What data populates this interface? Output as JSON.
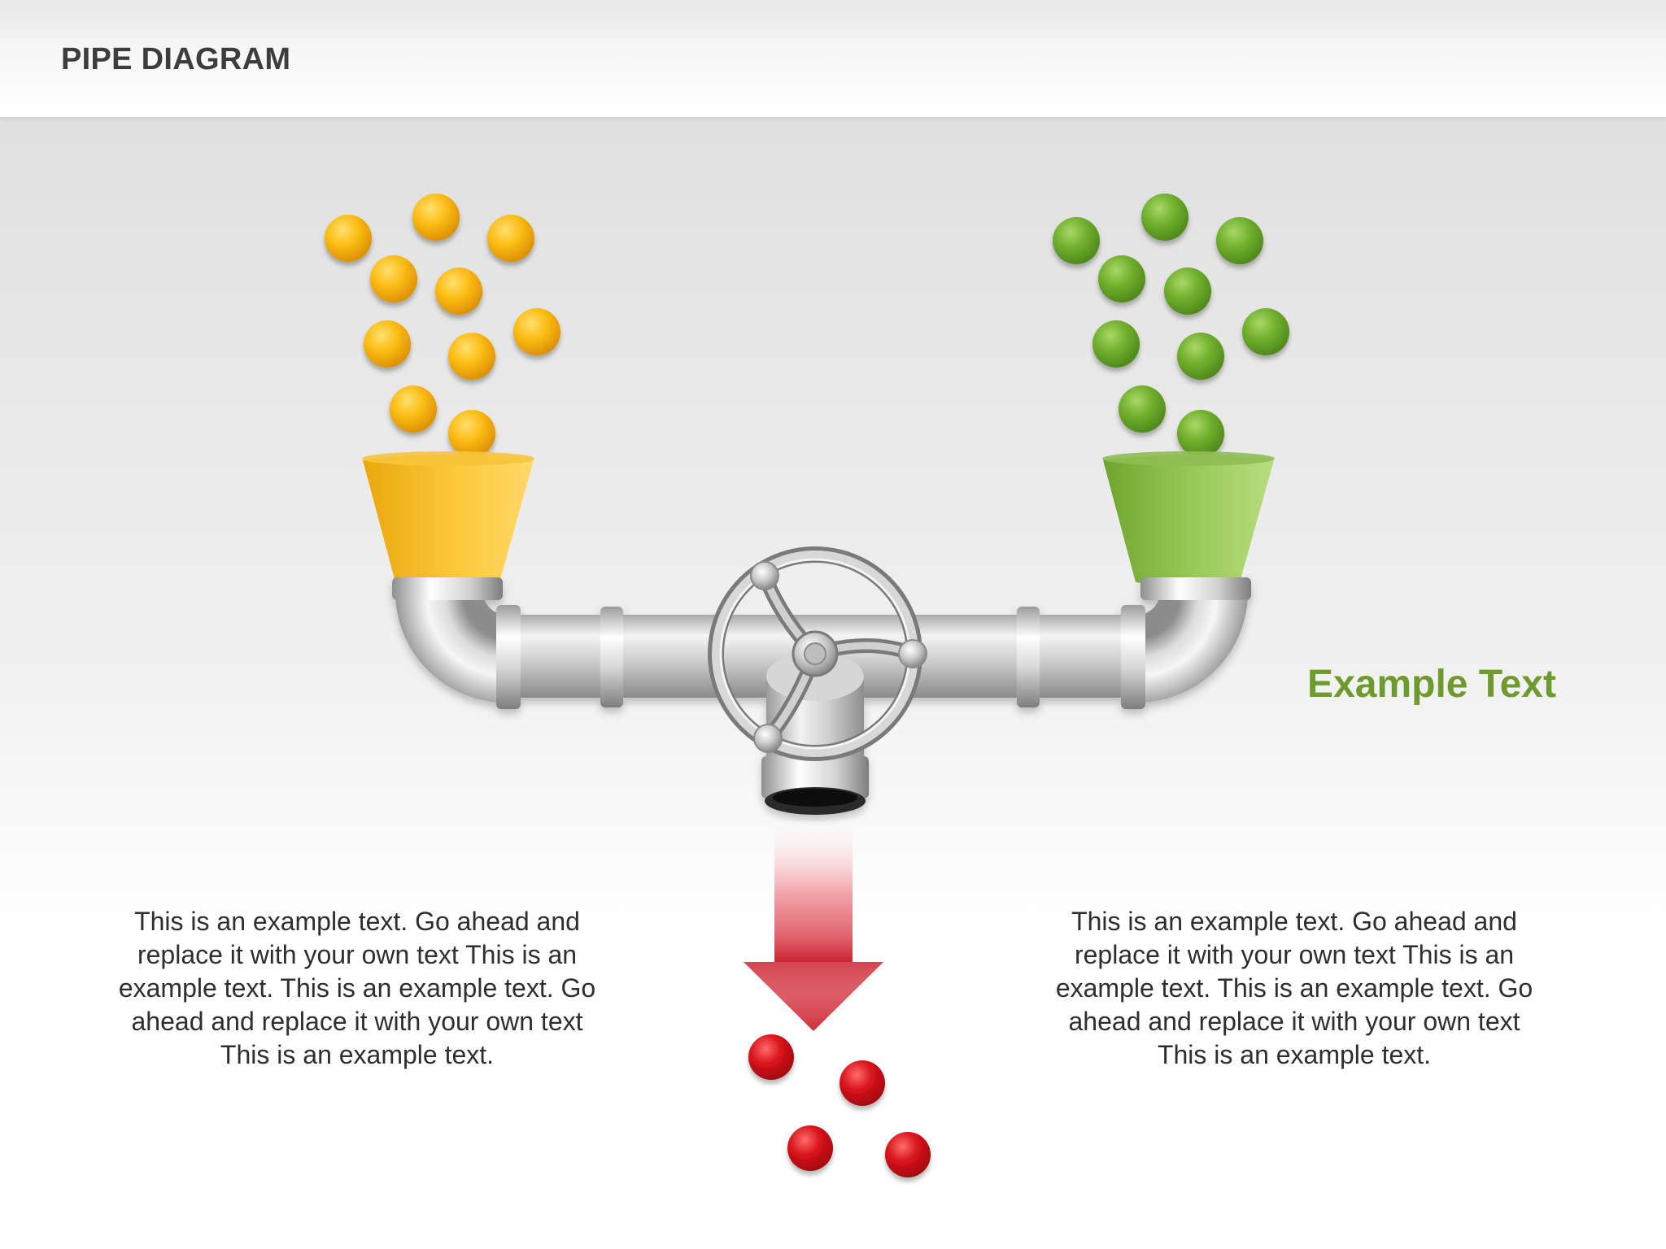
{
  "title": "PIPE DIAGRAM",
  "label": "Example Text",
  "text_left": "This is an example text. Go ahead and replace it with your own text This is an example text. This is an example text. Go ahead and replace it with your own text This is an example text.",
  "text_right": "This is an example text. Go ahead and replace it with your own text This is an example text. This is an example text. Go ahead and replace it with your own text This is an example text.",
  "colors": {
    "left_input": "#f5a800",
    "right_input": "#6aa628",
    "output": "#cc1118",
    "label": "#6e9a2e",
    "pipe": "#c8c8c8"
  },
  "icons": [
    "left-funnel",
    "right-funnel",
    "valve-wheel",
    "down-arrow"
  ]
}
